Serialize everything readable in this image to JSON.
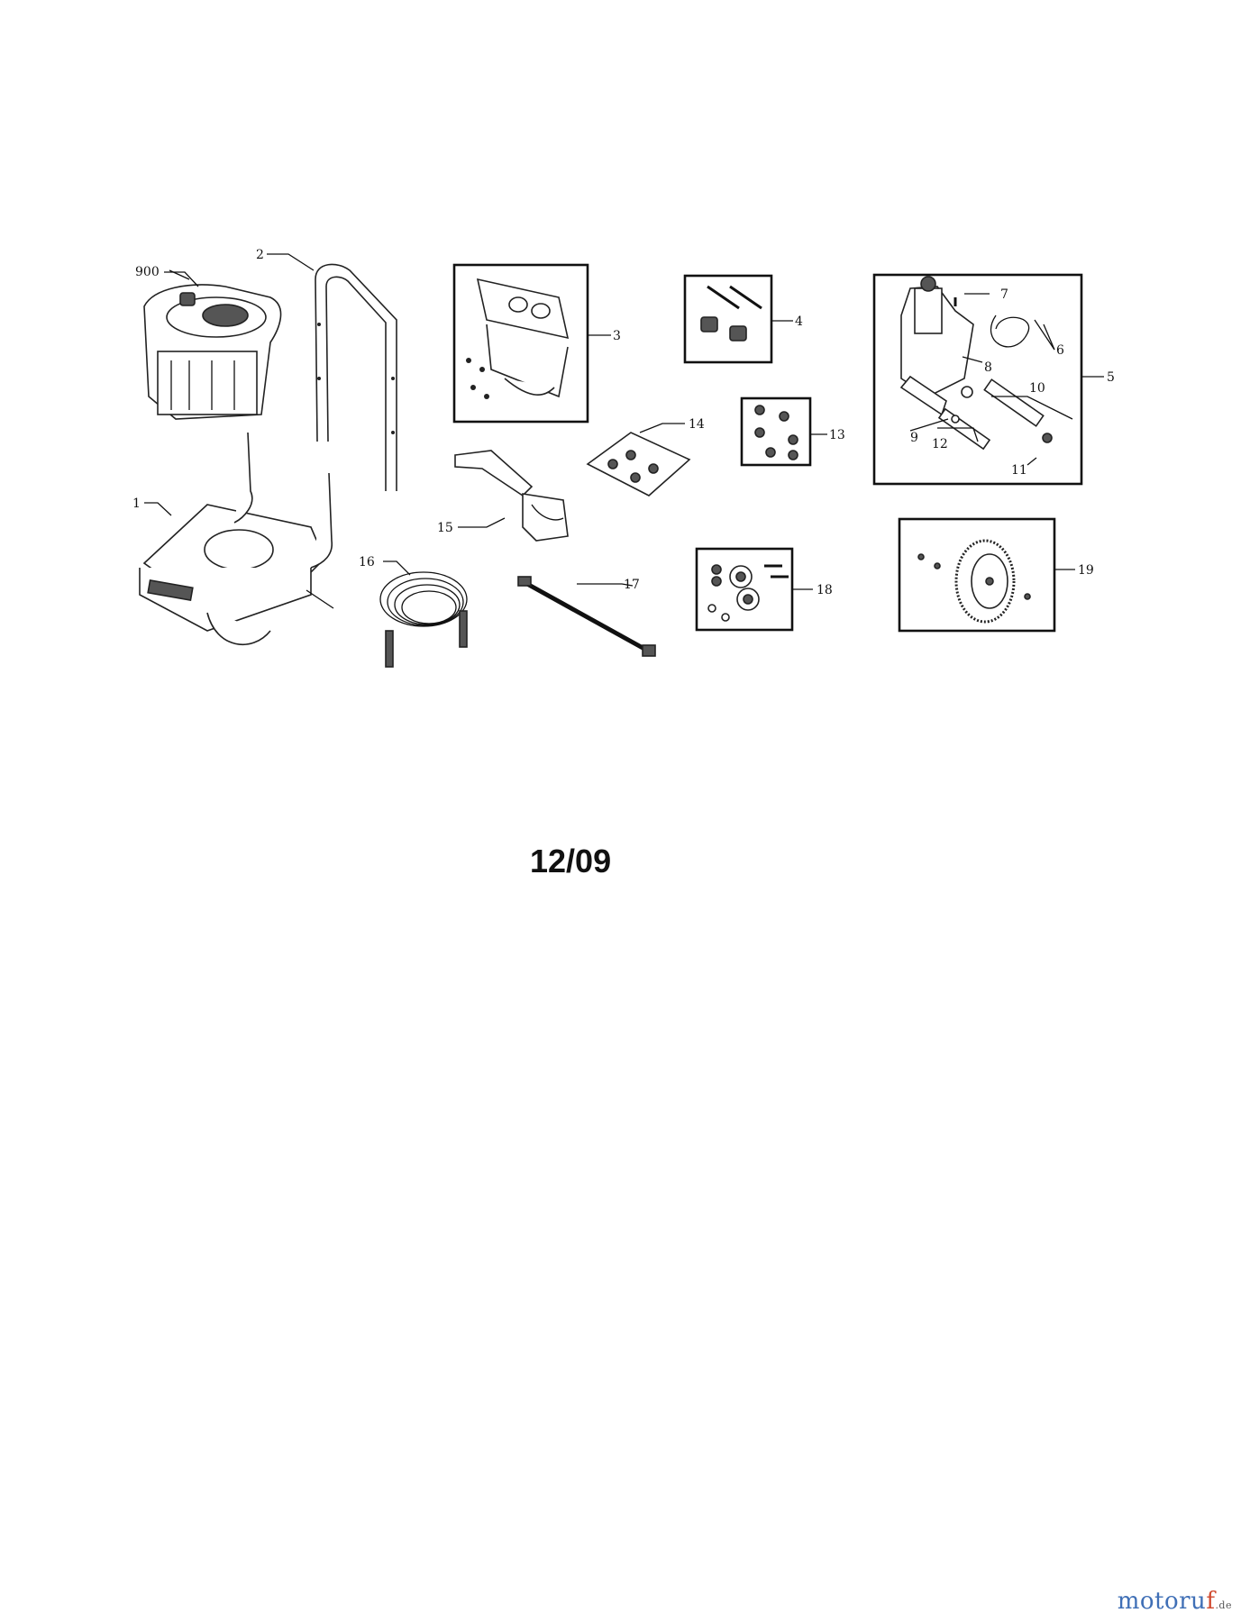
{
  "diagram": {
    "callouts": [
      {
        "id": "900",
        "label": "900"
      },
      {
        "id": "2",
        "label": "2"
      },
      {
        "id": "3",
        "label": "3"
      },
      {
        "id": "4",
        "label": "4"
      },
      {
        "id": "5",
        "label": "5"
      },
      {
        "id": "6",
        "label": "6"
      },
      {
        "id": "7",
        "label": "7"
      },
      {
        "id": "8",
        "label": "8"
      },
      {
        "id": "9",
        "label": "9"
      },
      {
        "id": "10",
        "label": "10"
      },
      {
        "id": "11",
        "label": "11"
      },
      {
        "id": "12",
        "label": "12"
      },
      {
        "id": "13",
        "label": "13"
      },
      {
        "id": "14",
        "label": "14"
      },
      {
        "id": "15",
        "label": "15"
      },
      {
        "id": "16",
        "label": "16"
      },
      {
        "id": "17",
        "label": "17"
      },
      {
        "id": "18",
        "label": "18"
      },
      {
        "id": "19",
        "label": "19"
      },
      {
        "id": "1",
        "label": "1"
      }
    ]
  },
  "revision": "12/09",
  "watermark": {
    "main": "motoru",
    "f": "f",
    "suffix": ".de"
  }
}
